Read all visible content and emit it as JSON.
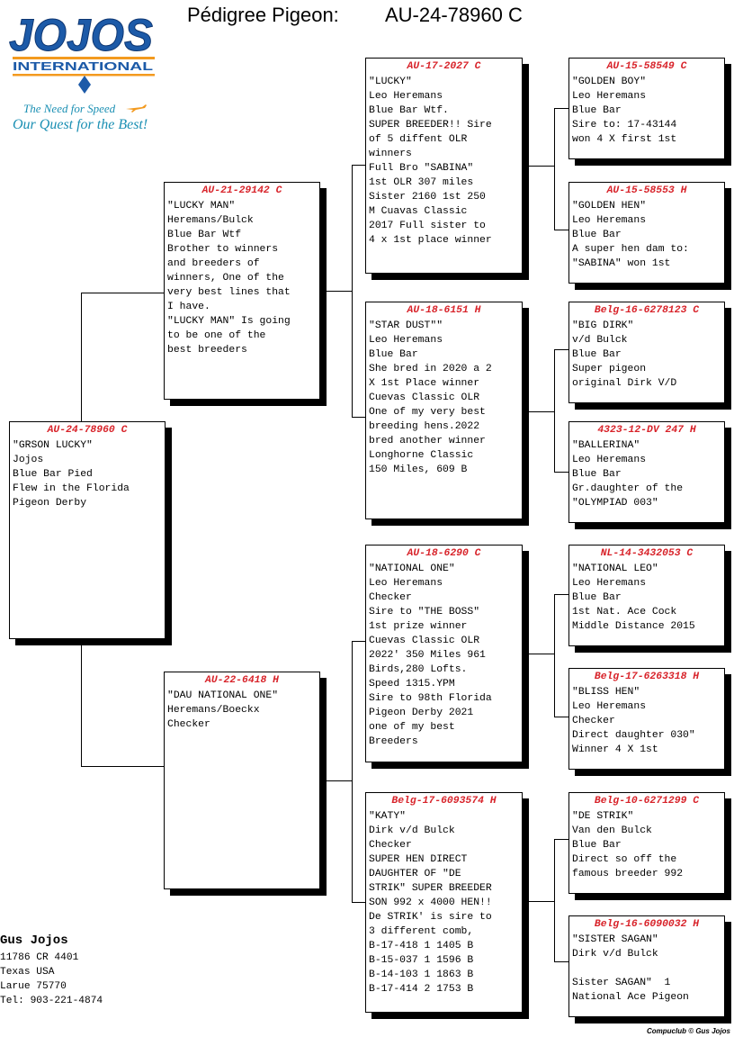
{
  "header": {
    "label": "Pédigree Pigeon:",
    "ring": "AU-24-78960 C"
  },
  "logo": {
    "name": "JOJOS",
    "sub": "INTERNATIONAL",
    "tagline1": "The Need for Speed",
    "tagline2": "Our Quest for the Best!"
  },
  "birds": {
    "subject": {
      "ring": "AU-24-78960 C",
      "lines": [
        "\"GRSON LUCKY\"",
        "Jojos",
        "Blue Bar Pied",
        "Flew in the Florida",
        "Pigeon Derby"
      ]
    },
    "sire": {
      "ring": "AU-21-29142 C",
      "lines": [
        "\"LUCKY MAN\"",
        "Heremans/Bulck",
        "Blue Bar Wtf",
        "Brother to winners",
        "and breeders of",
        "winners, One of the",
        "very best lines that",
        "I have.",
        "\"LUCKY MAN\" Is going",
        "to be one of the",
        "best breeders"
      ]
    },
    "dam": {
      "ring": "AU-22-6418 H",
      "lines": [
        "\"DAU NATIONAL ONE\"",
        "Heremans/Boeckx",
        "Checker"
      ]
    },
    "ss": {
      "ring": "AU-17-2027 C",
      "lines": [
        "\"LUCKY\"",
        "Leo Heremans",
        "Blue Bar Wtf.",
        "SUPER BREEDER!! Sire",
        "of 5 diffent OLR",
        "winners",
        "Full Bro \"SABINA\"",
        "1st OLR 307 miles",
        "Sister 2160 1st 250",
        "M Cuavas Classic",
        "2017 Full sister to",
        "4 x 1st place winner"
      ]
    },
    "sd": {
      "ring": "AU-18-6151 H",
      "lines": [
        "\"STAR DUST\"\"",
        "Leo Heremans",
        "Blue Bar",
        "She bred in 2020 a 2",
        "X 1st Place winner",
        "Cuevas Classic OLR",
        "One of my very best",
        "breeding hens.2022",
        "bred another winner",
        "Longhorne Classic",
        "150 Miles, 609 B"
      ]
    },
    "ds": {
      "ring": "AU-18-6290 C",
      "lines": [
        "\"NATIONAL ONE\"",
        "Leo Heremans",
        "Checker",
        "Sire to \"THE BOSS\"",
        "1st prize winner",
        "Cuevas Classic OLR",
        "2022' 350 Miles 961",
        "Birds,280 Lofts.",
        "Speed 1315.YPM",
        "Sire to 98th Florida",
        "Pigeon Derby 2021",
        "one of my best",
        "Breeders"
      ]
    },
    "dd": {
      "ring": "Belg-17-6093574 H",
      "lines": [
        "\"KATY\"",
        "Dirk v/d Bulck",
        "Checker",
        "SUPER HEN DIRECT",
        "DAUGHTER OF \"DE",
        "STRIK\" SUPER BREEDER",
        "SON 992 x 4000 HEN!!",
        "De STRIK' is sire to",
        "3 different comb,",
        "B-17-418 1 1405 B",
        "B-15-037 1 1596 B",
        "B-14-103 1 1863 B",
        "B-17-414 2 1753 B"
      ]
    },
    "sss": {
      "ring": "AU-15-58549 C",
      "lines": [
        "\"GOLDEN BOY\"",
        "Leo Heremans",
        "Blue Bar",
        "Sire to: 17-43144",
        "won 4 X first 1st"
      ]
    },
    "ssd": {
      "ring": "AU-15-58553 H",
      "lines": [
        "\"GOLDEN HEN\"",
        "Leo Heremans",
        "Blue Bar",
        "A super hen dam to:",
        "\"SABINA\" won 1st"
      ]
    },
    "sds": {
      "ring": "Belg-16-6278123 C",
      "lines": [
        "\"BIG DIRK\"",
        "v/d Bulck",
        "Blue Bar",
        "Super pigeon",
        "original Dirk V/D"
      ]
    },
    "sdd": {
      "ring": "4323-12-DV 247 H",
      "lines": [
        "\"BALLERINA\"",
        "Leo Heremans",
        "Blue Bar",
        "Gr.daughter of the",
        "\"OLYMPIAD 003\""
      ]
    },
    "dss": {
      "ring": "NL-14-3432053 C",
      "lines": [
        "\"NATIONAL LEO\"",
        "Leo Heremans",
        "Blue Bar",
        "1st Nat. Ace Cock",
        "Middle Distance 2015"
      ]
    },
    "dsd": {
      "ring": "Belg-17-6263318 H",
      "lines": [
        "\"BLISS HEN\"",
        "Leo Heremans",
        "Checker",
        "Direct daughter 030\"",
        "Winner 4 X 1st"
      ]
    },
    "dds": {
      "ring": "Belg-10-6271299 C",
      "lines": [
        "\"DE STRIK\"",
        "Van den Bulck",
        "Blue Bar",
        "Direct so off the",
        "famous breeder 992"
      ]
    },
    "ddd": {
      "ring": "Belg-16-6090032 H",
      "lines": [
        "\"SISTER SAGAN\"",
        "Dirk v/d Bulck",
        "",
        "Sister SAGAN\"  1",
        "National Ace Pigeon"
      ]
    }
  },
  "owner": {
    "name": "Gus Jojos",
    "address1": "11786 CR 4401",
    "address2": "Texas USA",
    "address3": "Larue 75770",
    "phone": "Tel: 903-221-4874"
  },
  "footer": "Compuclub © Gus Jojos",
  "colors": {
    "ring": "#d8232a",
    "logo_blue": "#1c5aa8",
    "logo_orange": "#f39a1f",
    "tagline": "#1a8fb3"
  }
}
